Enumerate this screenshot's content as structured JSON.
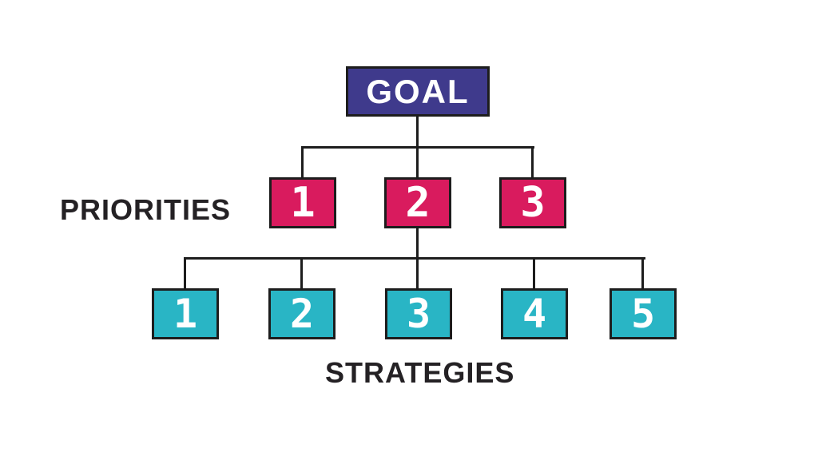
{
  "palette": {
    "background": "#ffffff",
    "goal_bg": "#3f3a8c",
    "priority_bg": "#d91b5e",
    "strategy_bg": "#29b5c5",
    "line": "#1d1d1d",
    "label_text": "#242124",
    "box_text": "#ffffff"
  },
  "goal": {
    "label": "GOAL"
  },
  "priorities": {
    "label": "PRIORITIES",
    "items": [
      "1",
      "2",
      "3"
    ]
  },
  "strategies": {
    "label": "STRATEGIES",
    "items": [
      "1",
      "2",
      "3",
      "4",
      "5"
    ]
  }
}
